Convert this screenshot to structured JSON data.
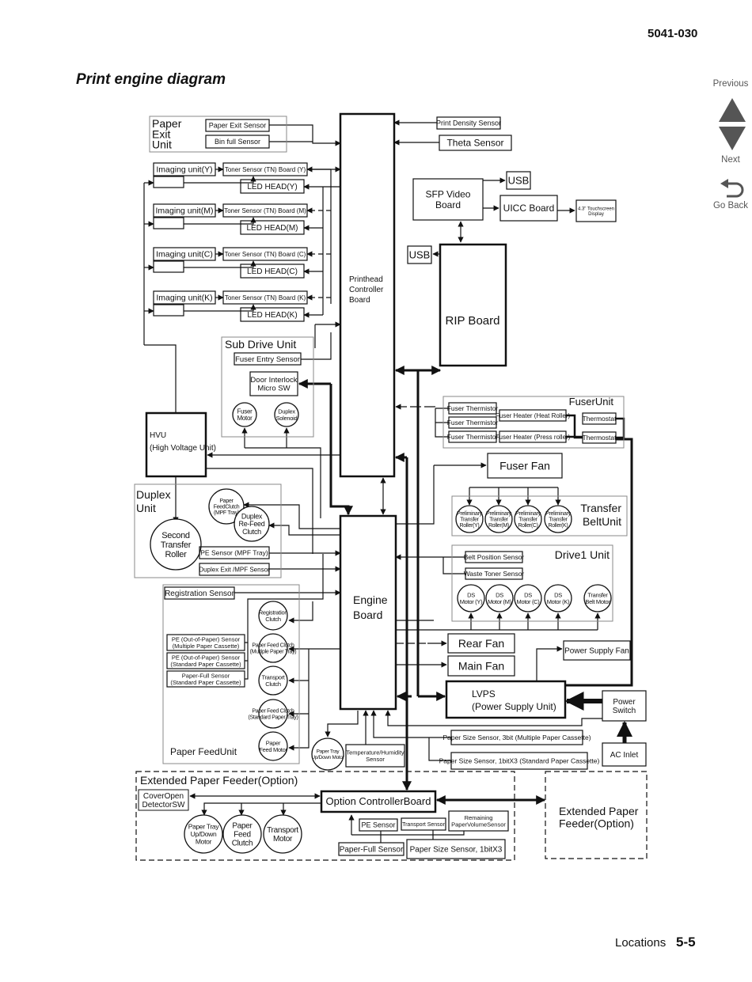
{
  "header": {
    "doc_id": "5041-030",
    "title": "Print engine diagram"
  },
  "nav": {
    "previous": "Previous",
    "next": "Next",
    "go_back": "Go Back"
  },
  "footer": {
    "section": "Locations",
    "page": "5-5"
  },
  "diagram": {
    "paper_exit_unit": {
      "title": [
        "Paper",
        "Exit",
        "Unit"
      ],
      "paper_exit_sensor": "Paper Exit Sensor",
      "bin_full_sensor": "Bin full Sensor"
    },
    "imaging": [
      {
        "unit": "Imaging unit(Y)",
        "toner": "Toner Sensor (TN) Board (Y)",
        "led": "LED HEAD(Y)"
      },
      {
        "unit": "Imaging unit(M)",
        "toner": "Toner Sensor (TN) Board (M)",
        "led": "LED HEAD(M)"
      },
      {
        "unit": "Imaging unit(C)",
        "toner": "Toner Sensor (TN) Board (C)",
        "led": "LED HEAD(C)"
      },
      {
        "unit": "Imaging unit(K)",
        "toner": "Toner Sensor (TN) Board (K)",
        "led": "LED HEAD(K)"
      }
    ],
    "printhead_controller": [
      "Printhead",
      "Controller",
      "Board"
    ],
    "print_density_sensor": "Print Density Sensor",
    "theta_sensor": "Theta Sensor",
    "sfp_video_board": [
      "SFP Video",
      "Board"
    ],
    "usb_top": "USB",
    "usb_left": "USB",
    "uicc_board": "UICC Board",
    "touchscreen": [
      "4.3\" Touchscreen",
      "Display"
    ],
    "rip_board": "RIP Board",
    "sub_drive_unit": {
      "title": "Sub Drive Unit",
      "fuser_entry_sensor": "Fuser Entry Sensor",
      "door_interlock": [
        "Door Interlock",
        "Micro SW"
      ],
      "fuser_motor": [
        "Fuser",
        "Motor"
      ],
      "duplex_solenoid": [
        "Duplex",
        "Solenoid"
      ]
    },
    "hvu": [
      "HVU",
      "(High Voltage Unit)"
    ],
    "fuser_unit": {
      "title": "FuserUnit",
      "thermistors": [
        "Fuser Thermistor",
        "Fuser Thermistor",
        "Fuser Thermistor"
      ],
      "heater_heat": "Fuser Heater (Heat Roller)",
      "heater_press": "Fuser Heater (Press roller)",
      "thermostats": [
        "Thermostat",
        "Thermostat"
      ]
    },
    "fuser_fan": "Fuser Fan",
    "transfer_belt_unit": {
      "title": [
        "Transfer",
        "BeltUnit"
      ],
      "rollers": [
        [
          "Preliminary",
          "Transfer",
          "Roller(Y)"
        ],
        [
          "Preliminary",
          "Transfer",
          "Roller(M)"
        ],
        [
          "Preliminary",
          "Transfer",
          "Roller(C)"
        ],
        [
          "Preliminary",
          "Transfer",
          "Roller(K)"
        ]
      ]
    },
    "drive1_unit": {
      "title": "Drive1 Unit",
      "belt_position_sensor": "Belt Position Sensor",
      "waste_toner_sensor": "Waste Toner Sensor",
      "motors": [
        [
          "DS",
          "Motor (Y)"
        ],
        [
          "DS",
          "Motor (M)"
        ],
        [
          "DS",
          "Motor (C)"
        ],
        [
          "DS",
          "Motor (K)"
        ],
        [
          "Transfer",
          "Belt Motor"
        ]
      ]
    },
    "duplex_unit": {
      "title": [
        "Duplex",
        "Unit"
      ],
      "second_transfer_roller": [
        "Second",
        "Transfer",
        "Roller"
      ],
      "paper_feed_clutch_mpf": [
        "Paper",
        "FeedClutch",
        "(MPF Tray)"
      ],
      "duplex_refeed_clutch": [
        "Duplex",
        "Re-Feed",
        "Clutch"
      ],
      "pe_sensor_mpf": "PE Sensor (MPF Tray)",
      "duplex_exit_sensor": "Duplex Exit /MPF Sensor"
    },
    "engine_board": [
      "Engine",
      "Board"
    ],
    "rear_fan": "Rear Fan",
    "main_fan": "Main Fan",
    "power_supply_fan": "Power Supply Fan",
    "lvps": [
      "LVPS",
      "(Power Supply Unit)"
    ],
    "power_switch": [
      "Power",
      "Switch"
    ],
    "ac_inlet": "AC Inlet",
    "paper_feed_unit": {
      "title": "Paper FeedUnit",
      "registration_sensor": "Registration Sensor",
      "sensors": [
        [
          "PE (Out-of-Paper) Sensor",
          "(Multiple Paper Cassette)"
        ],
        [
          "PE (Out-of-Paper) Sensor",
          "(Standard Paper Cassette)"
        ],
        [
          "Paper-Full Sensor",
          "(Standard Paper Cassette)"
        ]
      ],
      "clutches": [
        [
          "Registration",
          "Clutch"
        ],
        [
          "Paper Feed Clutch",
          "(Multiple Paper Tray)"
        ],
        [
          "Transport",
          "Clutch"
        ],
        [
          "Paper Feed Clutch",
          "(Standard Paper Tray)"
        ],
        [
          "Paper",
          "Feed Motor"
        ]
      ]
    },
    "paper_tray_motor": [
      "Paper Tray",
      "Up/Down Motor"
    ],
    "temp_humidity_sensor": [
      "Temperature/Humidity",
      "Sensor"
    ],
    "paper_size_sensor_3bit": "Paper Size Sensor, 3bit (Multiple Paper Cassette)",
    "paper_size_sensor_1bit": "Paper Size Sensor, 1bitX3 (Standard Paper Cassette)",
    "extended_feeder": {
      "title": "Extended Paper Feeder(Option)",
      "cover_open": [
        "CoverOpen",
        "DetectorSW"
      ],
      "option_controller": "Option ControllerBoard",
      "motors": [
        [
          "Paper Tray",
          "Up/Down",
          "Motor"
        ],
        [
          "Paper",
          "Feed",
          "Clutch"
        ],
        [
          "Transport",
          "Motor"
        ]
      ],
      "pe_sensor": "PE Sensor",
      "transport_sensor": "Transport Sensor",
      "remaining_sensor": [
        "Remaining",
        "PaperVolumeSensor"
      ],
      "paper_full_sensor": "Paper-Full Sensor",
      "paper_size_sensor": "Paper Size Sensor, 1bitX3"
    },
    "extended_feeder_right": [
      "Extended Paper",
      "Feeder(Option)"
    ]
  }
}
